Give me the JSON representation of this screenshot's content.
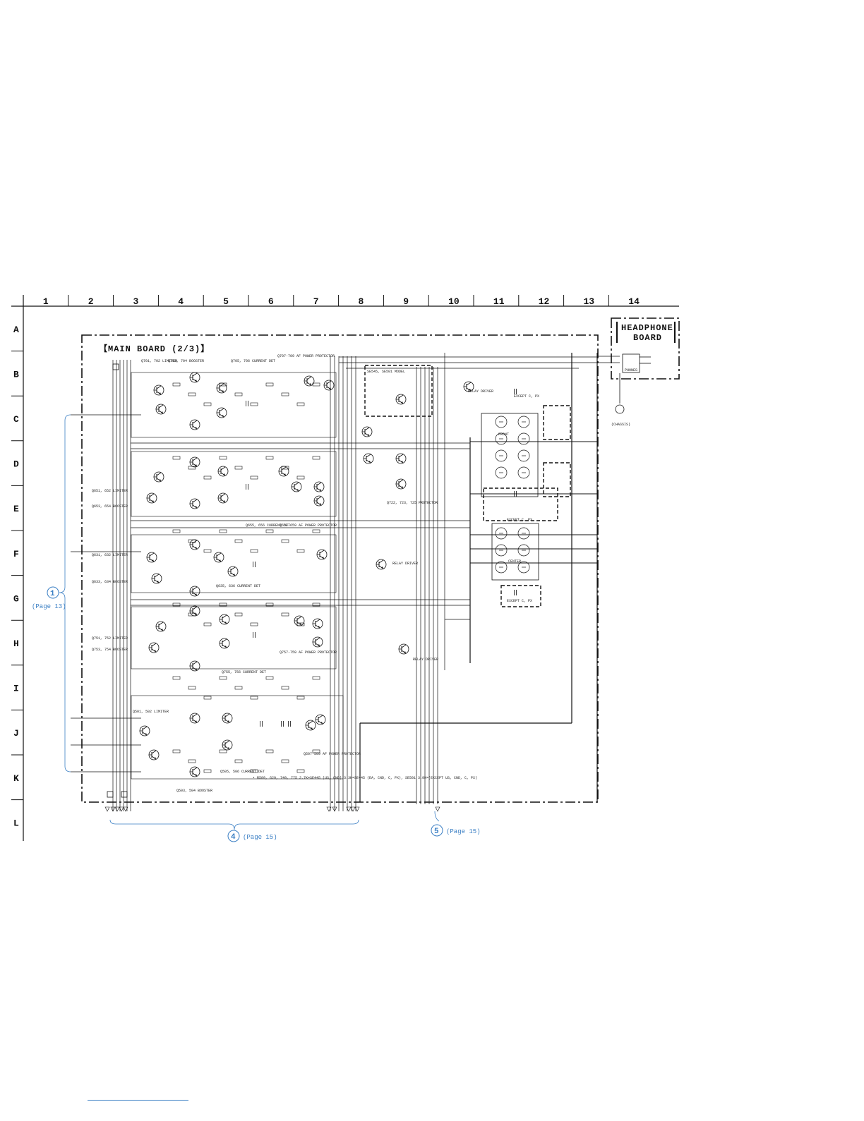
{
  "grid": {
    "columns": [
      "1",
      "2",
      "3",
      "4",
      "5",
      "6",
      "7",
      "8",
      "9",
      "10",
      "11",
      "12",
      "13",
      "14"
    ],
    "rows": [
      "A",
      "B",
      "C",
      "D",
      "E",
      "F",
      "G",
      "H",
      "I",
      "J",
      "K",
      "L"
    ]
  },
  "boards": {
    "main": "【MAIN BOARD (2/3)】",
    "headphone_line1": "HEADPHONE",
    "headphone_line2": "BOARD"
  },
  "refs": [
    {
      "num": "1",
      "page": "(Page 13)"
    },
    {
      "num": "4",
      "page": "(Page 15)"
    },
    {
      "num": "5",
      "page": "(Page 15)"
    }
  ],
  "section_labels": {
    "limiter_702": "Q701, 702 LIMITER",
    "booster_704": "Q703, 704 BOOSTER",
    "current_det_706": "Q705, 706 CURRENT DET",
    "af_protector_709": "Q707-709 AF POWER PROTECTOR",
    "limiter_652": "Q651, 652 LIMITER",
    "booster_654": "Q653, 654 BOOSTER",
    "current_det_656": "Q655, 656 CURRENT DET",
    "af_protector_659": "Q657-659 AF POWER PROTECTOR",
    "limiter_632": "Q631, 632 LIMITER",
    "booster_634": "Q633, 634 BOOSTER",
    "current_det_636": "Q635, 636 CURRENT DET",
    "limiter_752": "Q751, 752 LIMITER",
    "booster_754": "Q753, 754 BOOSTER",
    "af_protector_759": "Q757-759 AF POWER PROTECTOR",
    "current_det_756": "Q755, 756 CURRENT DET",
    "limiter_502": "Q501, 502 LIMITER",
    "booster_504": "Q503, 504 BOOSTER",
    "current_det_506": "Q505, 506 CURRENT DET",
    "af_protector_509": "Q507-509 AF POWER PROTECTOR",
    "relay_driver_1": "RELAY DRIVER",
    "relay_driver_2": "RELAY DRIVER",
    "relay_driver_3": "RELAY DRIVER",
    "protector_725": "Q722, 723, 725 PROTECTOR",
    "except_cpx_1": "EXCEPT C, PX",
    "except_cpx_2": "EXCEPT C, PX",
    "except_cpx_3": "EXCEPT C, PX",
    "model_note": "SE545, SE501 MODEL",
    "front": "FRONT",
    "center": "CENTER",
    "phones": "PHONES",
    "chassis": "(CHASSIS)",
    "notes": "• R509, 629, 749, 775  2.7K=SE445 (US, CND)  3.3K=SE445 (EA, CND, C, PX), SE501  3.9K=(EXCEPT US, CND, C, PX)"
  },
  "colors": {
    "line": "#111111",
    "ref": "#3b7fc4",
    "background": "#ffffff"
  }
}
